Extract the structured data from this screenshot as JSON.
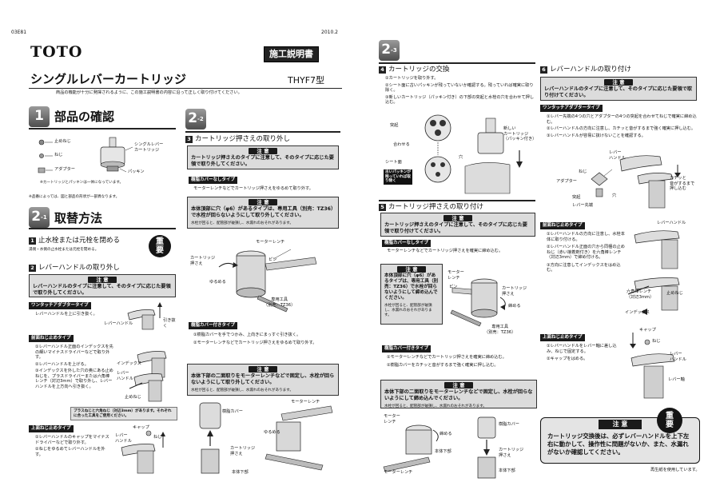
{
  "left": {
    "doc_code": "03E81",
    "brand": "TOTO",
    "title": "シングルレバーカートリッジ",
    "model": "THYF7型",
    "intro": "商品の機能が十分に発揮されるように、この施工説明書の内容に沿って正しく取り付けてください。",
    "sec1": {
      "num": "1",
      "title": "部品の確認"
    },
    "parts": {
      "stopscrew": "止めねじ",
      "screw": "ねじ",
      "adapter": "アダプター",
      "cartridge": "シングルレバー\nカートリッジ",
      "packing": "パッキン",
      "note": "※カートリッジとパッキンは一体になっています。",
      "footnote": "※品番によっては、図と部品の形状が一部異なります。"
    },
    "sec21": {
      "num": "2",
      "sub": "-1",
      "title": "取替方法"
    },
    "step1": {
      "num": "1",
      "title": "止水栓または元栓を閉める",
      "sub": "湯側・水側の止水栓または元栓を閉める。"
    },
    "juuyou": {
      "l1": "重",
      "l2": "要"
    },
    "step2": {
      "num": "2",
      "title": "レバーハンドルの取り外し"
    },
    "caution_label": "注 意",
    "caution1": "レバーハンドルのタイプに注意して、そのタイプに応じた要領で取り外してください。",
    "onetouch_tag": "ワンタッチアダプタータイプ",
    "onetouch_text": "レバーハンドルを上に引き抜く。",
    "lever_handle": "レバーハンドル",
    "pull_up": "引き抜く",
    "front_tag": "前面ねじ止めタイプ",
    "front_steps": [
      "①レバーハンドル正面のインデックスを先の細いマイナスドライバーなどで取り外す。",
      "②レバーハンドルを上げる。",
      "③インデックスを外した穴の奥にある止めねじを、プラスドライバーまたは六角棒レンチ（対辺3mm）で取り外し、レバーハンドルを上方向へ引き抜く。"
    ],
    "index_lbl": "インデックス",
    "lever_lbl": "レバー\nハンドル",
    "stopscrew_lbl": "止めねじ",
    "plus_note": "プラスねじと六角ねじ（対辺3mm）があります。それぞれに合った工具をご使用ください。",
    "top_tag": "上面ねじ止めタイプ",
    "top_steps": [
      "①レバーハンドルのキャップをマイナスドライバーなどで取り外す。",
      "②ねじをゆるめてレバーハンドルを外す。"
    ],
    "cap_lbl": "キャップ",
    "screw_lbl": "ねじ",
    "lever_lbl2": "レバー\nハンドル",
    "sec22": {
      "num": "2",
      "sub": "-2"
    },
    "step3": {
      "num": "3",
      "title": "カートリッジ押さえの取り外し"
    },
    "caution2": "カートリッジ押さえのタイプに注意して、そのタイプに応じた要領で取り外してください。",
    "nocover_tag": "樹脂カバーなしタイプ",
    "nocover_text": "モーターレンチなどでカートリッジ押さえをゆるめて取り外す。",
    "caution3": "本体頂部に穴（φ6）があるタイプは、専用工具（別売：TZ36）で水栓が回らないようにして取り外してください。",
    "caution3_sub": "水栓が回ると、配管部が破損し、水漏れのおそれがあります。",
    "motor_wrench": "モーターレンチ",
    "cartridge_holder": "カートリッジ\n押さえ",
    "pin": "ピン",
    "loosen": "ゆるめる",
    "special_tool": "専用工具\n（別売：TZ36）",
    "withcover_tag": "樹脂カバー付きタイプ",
    "withcover_steps": [
      "①樹脂カバーを手でつかみ、上向きにまっすぐ引き抜く。",
      "②モーターレンチなどでカートリッジ押さえをゆるめて取り外す。"
    ],
    "caution4": "本体下部の二面取りをモーターレンチなどで固定し、水栓が回らないようにして取り外してください。",
    "caution4_sub": "水栓が回ると、配管部が破損し、水漏れのおそれがあります。",
    "resin_cover": "樹脂カバー",
    "body_bottom": "本体下部",
    "motor_wrench2": "モーターレンチ",
    "loosen2": "ゆるめる",
    "cartridge_holder2": "カートリッジ\n押さえ"
  },
  "right": {
    "date": "2010.2",
    "manual_badge": "施工説明書",
    "sec23": {
      "num": "2",
      "sub": "-3"
    },
    "step4": {
      "num": "4",
      "title": "カートリッジの交換"
    },
    "step4_items": [
      "①カートリッジを取り外す。",
      "②シート面に古いパッキンが残っていないか確認する。残っていれば確実に取り除く。",
      "③新しいカートリッジ（パッキン付き）の下部の突起と水栓の穴を合わせて押し込む。"
    ],
    "protrusion": "突起",
    "align": "合わせる",
    "hole": "穴",
    "seat": "シート面",
    "old_packing": "古いパッキンが\n残っていれば取\nり除く",
    "new_cartridge": "新しい\nカートリッジ\n（パッキン付き）",
    "step5": {
      "num": "5",
      "title": "カートリッジ押さえの取り付け"
    },
    "caution5": "カートリッジ押さえのタイプに注意して、そのタイプに応じた要領で取り付けてください。",
    "nocover_tag": "樹脂カバーなしタイプ",
    "nocover_text": "モーターレンチなどでカートリッジ押さえを確実に締め込む。",
    "caution6": "本体頂部に穴（φ6）があるタイプは、専用工具（別売：TZ36）で水栓が回らないようにして締め込んでください。",
    "caution6_sub": "水栓が回ると、配管部が破損し、水漏れのおそれがあります。",
    "motor_wrench": "モーター\nレンチ",
    "pin": "ピン",
    "cartridge_holder": "カートリッジ\n押さえ",
    "tighten": "締める",
    "special_tool": "専用工具\n（別売：TZ36）",
    "withcover_tag": "樹脂カバー付きタイプ",
    "withcover_steps": [
      "①モーターレンチなどでカートリッジ押さえを確実に締め込む。",
      "②樹脂カバーをカチッと音がするまで強く確実に押し込む。"
    ],
    "caution7": "本体下部の二面取りをモーターレンチなどで固定し、水栓が回らないようにして締め込んでください。",
    "caution7_sub": "水栓が回ると、配管部が破損し、水漏れのおそれがあります。",
    "motor_wrench2": "モーター\nレンチ",
    "tighten2": "締める",
    "body_bottom": "本体下部",
    "motor_wrench3": "モーターレンチ",
    "resin_cover": "樹脂カバー",
    "cartridge_holder2": "カートリッジ\n押さえ",
    "body_bottom2": "本体下部",
    "step6": {
      "num": "6",
      "title": "レバーハンドルの取り付け"
    },
    "caution8": "レバーハンドルのタイプに注意して、そのタイプに応じた要領で取り付けてください。",
    "onetouch_tag": "ワンタッチアダプタータイプ",
    "onetouch_steps": [
      "①レバー先端の4つの穴とアダプターの4つの突起を合わせてねじで確実に締め込む。",
      "②レバーハンドルの方向に注意し、カチッと音がするまで強く確実に押し込む。",
      "③レバーハンドルが容易に抜けないことを確認する。"
    ],
    "lever_handle": "レバー\nハンドル",
    "screw": "ねじ",
    "adapter": "アダプター",
    "lever_tip": "レバー先端",
    "click_push": "カチッと\n音がするまで\n押し込む",
    "front_tag": "前面ねじ止めタイプ",
    "front_steps": [
      "①レバーハンドルの方向に注意し、水栓本体に取り付ける。",
      "②レバーハンドル正面の穴から同梱の止めねじ（赤い接着剤付き）を六角棒レンチ（対辺3mm）で締め付ける。",
      "③方向に注意してインデックスをはめ込む。"
    ],
    "lever_handle2": "レバーハンドル",
    "hex_wrench": "六角棒レンチ\n（対辺3mm）",
    "stopscrew": "止めねじ",
    "index": "インデックス",
    "top_tag": "上面ねじ止めタイプ",
    "top_steps": [
      "①レバーハンドルをレバー軸に差し込み、ねじで固定する。",
      "②キャップをはめる。"
    ],
    "cap": "キャップ",
    "screw2": "ねじ",
    "lever_handle3": "レバー\nハンドル",
    "lever_shaft": "レバー軸",
    "final_caution_label": "注 意",
    "juuyou": {
      "l1": "重",
      "l2": "要"
    },
    "final_caution": "カートリッジ交換後は、必ずレバーハンドルを上下左右に動かして、操作性に問題がないか、また、水漏れがないか確認してください。",
    "recycled": "再生紙を使用しています。"
  }
}
